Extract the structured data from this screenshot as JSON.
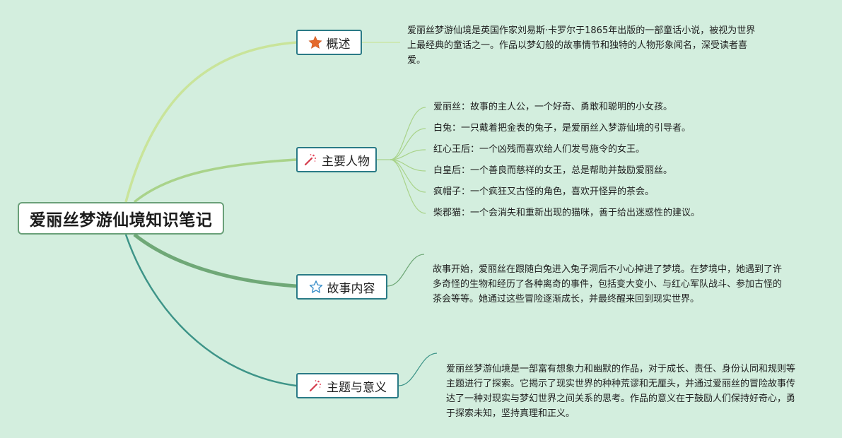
{
  "title": "爱丽丝梦游仙境知识笔记",
  "topics": {
    "overview": {
      "label": "概述",
      "icon": "orange-star-icon",
      "text": "爱丽丝梦游仙境是英国作家刘易斯·卡罗尔于1865年出版的一部童话小说，被视为世界上最经典的童话之一。作品以梦幻般的故事情节和独特的人物形象闻名，深受读者喜爱。"
    },
    "characters": {
      "label": "主要人物",
      "icon": "magic-wand-icon",
      "items": [
        "爱丽丝：故事的主人公，一个好奇、勇敢和聪明的小女孩。",
        "白兔：一只戴着把金表的兔子，是爱丽丝入梦游仙境的引导者。",
        "红心王后：一个凶残而喜欢给人们发号施令的女王。",
        "白皇后：一个善良而慈祥的女王，总是帮助并鼓励爱丽丝。",
        "疯帽子：一个疯狂又古怪的角色，喜欢开怪异的茶会。",
        "柴郡猫：一个会消失和重新出现的猫咪，善于给出迷惑性的建议。"
      ]
    },
    "story": {
      "label": "故事内容",
      "icon": "outline-star-icon",
      "text": "故事开始，爱丽丝在跟随白兔进入兔子洞后不小心掉进了梦境。在梦境中，她遇到了许多奇怪的生物和经历了各种离奇的事件，包括变大变小、与红心军队战斗、参加古怪的茶会等等。她通过这些冒险逐渐成长，并最终醒来回到现实世界。"
    },
    "theme": {
      "label": "主题与意义",
      "icon": "magic-wand-icon",
      "text": "爱丽丝梦游仙境是一部富有想象力和幽默的作品，对于成长、责任、身份认同和规则等主题进行了探索。它揭示了现实世界的种种荒谬和无厘头，并通过爱丽丝的冒险故事传达了一种对现实与梦幻世界之间关系的思考。作品的意义在于鼓励人们保持好奇心，勇于探索未知，坚持真理和正义。"
    }
  },
  "colors": {
    "background": "#d3eede",
    "branch_overview": "#c9e49a",
    "branch_characters": "#a9d38a",
    "branch_story": "#6fa877",
    "branch_theme": "#3d9488",
    "topic_border": "#2a7a86",
    "root_border": "#6aa079"
  }
}
